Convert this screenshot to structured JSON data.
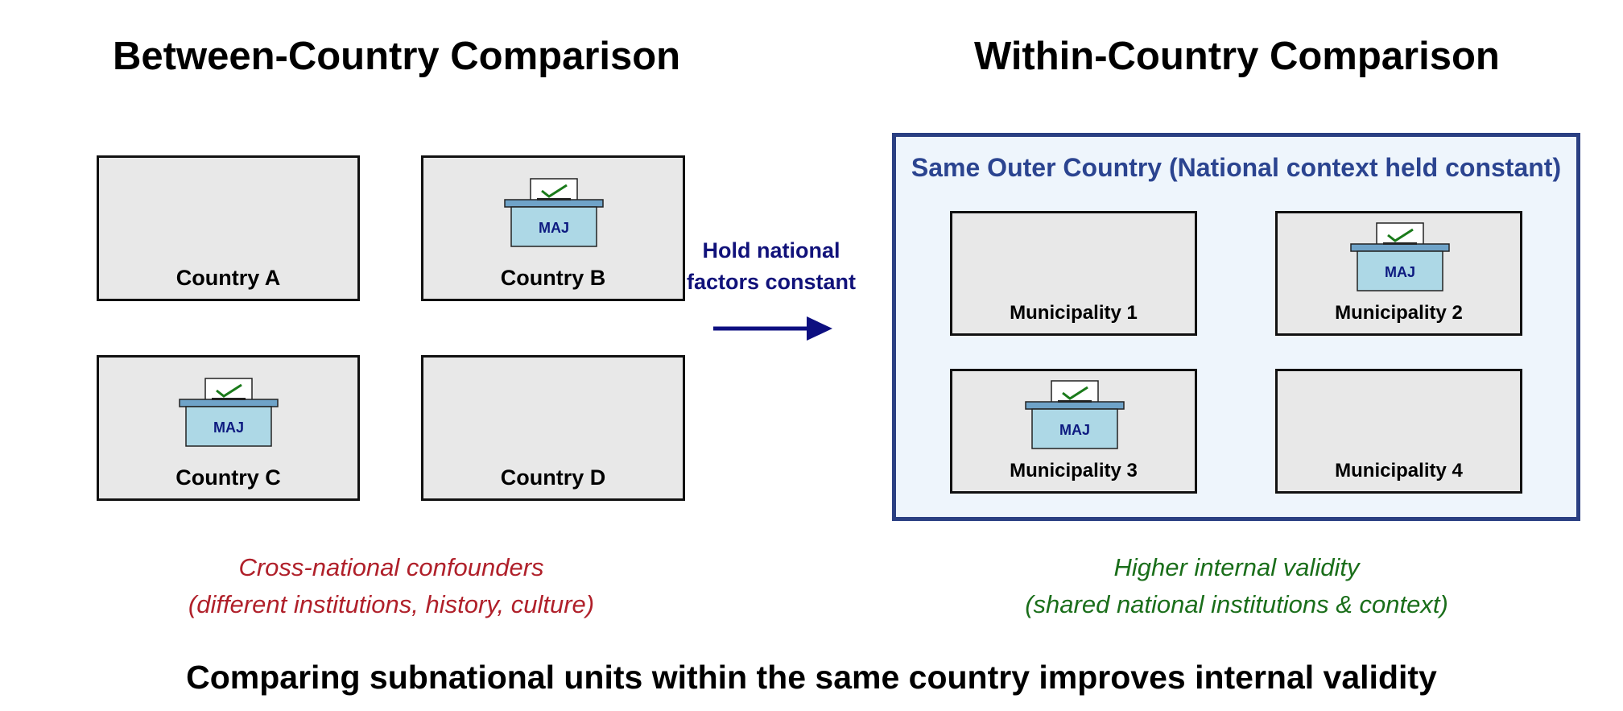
{
  "left_title": "Between-Country Comparison",
  "right_title": "Within-Country Comparison",
  "countries": [
    {
      "label": "Country A",
      "has_ballot": false
    },
    {
      "label": "Country B",
      "has_ballot": true
    },
    {
      "label": "Country C",
      "has_ballot": true
    },
    {
      "label": "Country D",
      "has_ballot": false
    }
  ],
  "ballot_label": "MAJ",
  "outer_country_label": "Same Outer Country (National context held constant)",
  "municipalities": [
    {
      "label": "Municipality 1",
      "has_ballot": false
    },
    {
      "label": "Municipality 2",
      "has_ballot": true
    },
    {
      "label": "Municipality 3",
      "has_ballot": true
    },
    {
      "label": "Municipality 4",
      "has_ballot": false
    }
  ],
  "arrow_text": {
    "line1": "Hold national",
    "line2": "factors constant"
  },
  "left_note": {
    "line1": "Cross-national confounders",
    "line2": "(different institutions, history, culture)"
  },
  "right_note": {
    "line1": "Higher internal validity",
    "line2": "(shared national institutions & context)"
  },
  "footer": "Comparing subnational units within the same country improves internal validity",
  "colors": {
    "arrow": "#0d0f80",
    "outer_border": "#2a3f82",
    "outer_fill": "#eef5fc",
    "box_fill": "#e8e8e8",
    "ballot_box": "#add8e6",
    "ballot_lid": "#6fa3c8",
    "checkmark": "#1a7a1a",
    "left_note": "#b0202a",
    "right_note": "#1a6e1a"
  }
}
